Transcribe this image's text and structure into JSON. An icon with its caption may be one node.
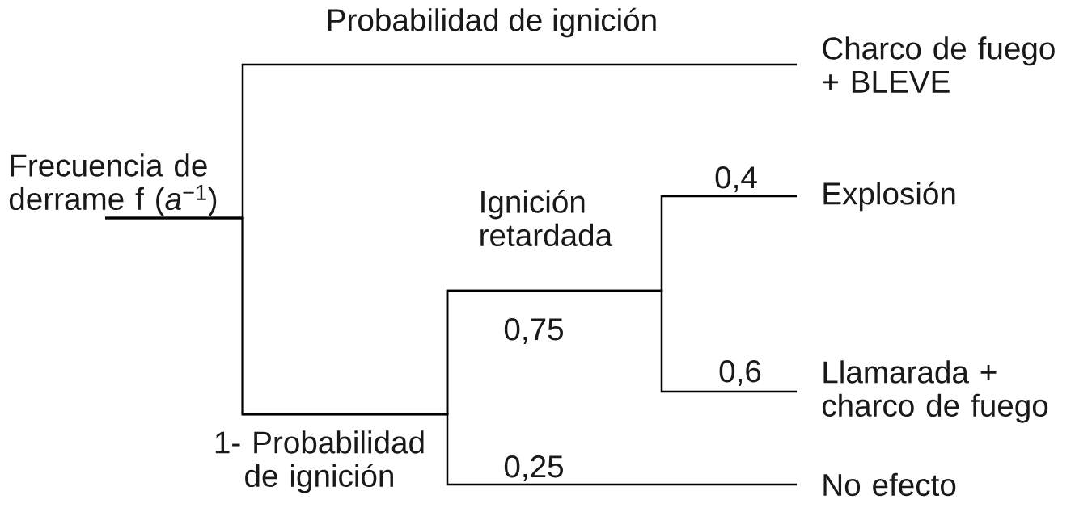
{
  "diagram": {
    "nodes": [
      {
        "text": [
          "Frecuencia de derrame f (*a*$^{−1}$)"
        ]
      },
      {
        "text": [
          "Charco de fuego + BLEVE"
        ]
      },
      {
        "text": [
          "Explosión"
        ]
      },
      {
        "text": [
          "Llamarada + charco de fuego"
        ]
      },
      {
        "text": [
          "No efecto"
        ]
      }
    ],
    "edges": [
      {
        "from": 0,
        "to": 1,
        "arrow": "none",
        "label": "Probabilidad de ignición"
      },
      {
        "from": 0,
        "to": 2,
        "arrow": "none",
        "label": "0,4"
      },
      {
        "from": 0,
        "to": 3,
        "arrow": "none",
        "label": "0,6"
      },
      {
        "from": 0,
        "to": 4,
        "arrow": "none",
        "label": "0,25"
      }
    ],
    "labels": [
      "Ignición retardada",
      "0,75",
      "1- Probabilidad de ignición"
    ]
  }
}
